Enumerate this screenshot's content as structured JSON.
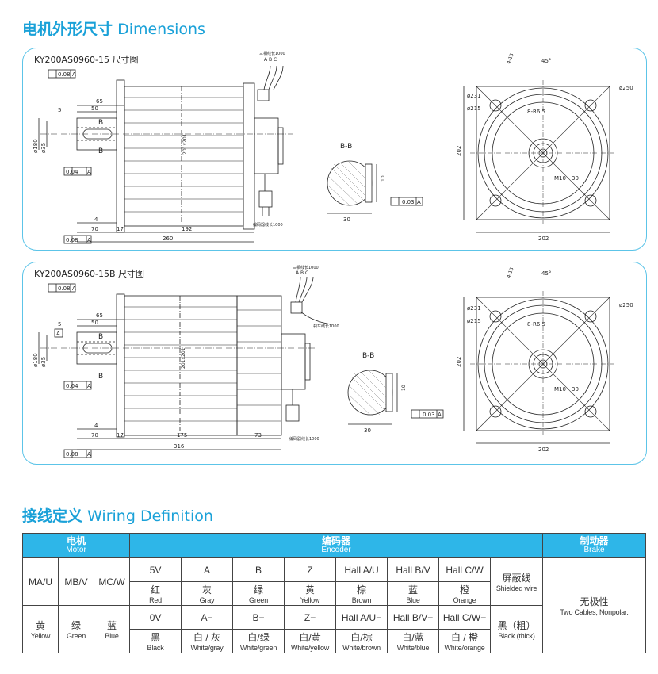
{
  "dimensions_title": {
    "zh": "电机外形尺寸",
    "en": "Dimensions"
  },
  "wiring_title": {
    "zh": "接线定义",
    "en": "Wiring Definition"
  },
  "panel1": {
    "title": "KY200AS0960-15 尺寸图",
    "dims": {
      "d65": "65",
      "d50": "50",
      "d5": "5",
      "d4": "4",
      "d70": "70",
      "d17": "17",
      "d192": "192",
      "d260": "260",
      "dia180": "ø180",
      "dia35": "ø35",
      "d201": "201x201",
      "tol1": "0.08",
      "tol2": "0.04",
      "tol3": "0.08",
      "tolA": "A",
      "section": "B-B",
      "key": "10",
      "keyw": "30",
      "keytol": "0.03",
      "deg45": "45°",
      "d413": "4-13",
      "d231": "ø231",
      "d215": "ø215",
      "d250": "ø250",
      "r65": "8-R6.5",
      "m10": "M10",
      "m10d": "30",
      "d202h": "202",
      "d202w": "202",
      "letterB": "B",
      "cableTop": "三相线长1000",
      "cableABC": "A  B  C",
      "cableBot": "编码器线长1000"
    }
  },
  "panel2": {
    "title": "KY200AS0960-15B 尺寸图",
    "dims": {
      "d65": "65",
      "d50": "50",
      "d5": "5",
      "d4": "4",
      "d70": "70",
      "d17": "17",
      "d175": "175",
      "d73": "73",
      "d316": "316",
      "dia180": "ø180",
      "dia35": "ø35",
      "d201": "201x201",
      "tol1": "0.08",
      "tol2": "0.04",
      "tol3": "0.08",
      "tolA": "A",
      "section": "B-B",
      "key": "10",
      "keyw": "30",
      "keytol": "0.03",
      "deg45": "45°",
      "d413": "4-13",
      "d231": "ø231",
      "d215": "ø215",
      "d250": "ø250",
      "r65": "8-R6.5",
      "m10": "M10",
      "m10d": "30",
      "d202h": "202",
      "d202w": "202",
      "letterB": "B",
      "cableTop": "三相线长1000",
      "cableABC": "A  B  C",
      "cableBrake": "刹车线长1000",
      "cableBot": "编码器线长1000"
    }
  },
  "wiring": {
    "headers": {
      "motor": {
        "zh": "电机",
        "en": "Motor"
      },
      "encoder": {
        "zh": "编码器",
        "en": "Encoder"
      },
      "brake": {
        "zh": "制动器",
        "en": "Brake"
      }
    },
    "motor_pins": [
      "MA/U",
      "MB/V",
      "MC/W"
    ],
    "motor_colors": [
      {
        "zh": "黄",
        "en": "Yellow"
      },
      {
        "zh": "绿",
        "en": "Green"
      },
      {
        "zh": "蓝",
        "en": "Blue"
      }
    ],
    "encoder_row1": [
      "5V",
      "A",
      "B",
      "Z",
      "Hall A/U",
      "Hall B/V",
      "Hall C/W"
    ],
    "encoder_row1_colors": [
      {
        "zh": "红",
        "en": "Red"
      },
      {
        "zh": "灰",
        "en": "Gray"
      },
      {
        "zh": "绿",
        "en": "Green"
      },
      {
        "zh": "黄",
        "en": "Yellow"
      },
      {
        "zh": "棕",
        "en": "Brown"
      },
      {
        "zh": "蓝",
        "en": "Blue"
      },
      {
        "zh": "橙",
        "en": "Orange"
      }
    ],
    "encoder_row2": [
      "0V",
      "A−",
      "B−",
      "Z−",
      "Hall A/U−",
      "Hall B/V−",
      "Hall C/W−"
    ],
    "encoder_row2_colors": [
      {
        "zh": "黑",
        "en": "Black"
      },
      {
        "zh": "白 / 灰",
        "en": "White/gray"
      },
      {
        "zh": "白/绿",
        "en": "White/green"
      },
      {
        "zh": "白/黄",
        "en": "White/yellow"
      },
      {
        "zh": "白/棕",
        "en": "White/brown"
      },
      {
        "zh": "白/蓝",
        "en": "White/blue"
      },
      {
        "zh": "白 / 橙",
        "en": "White/orange"
      }
    ],
    "shield": {
      "zh": "屏蔽线",
      "en": "Shielded wire"
    },
    "shield_color": {
      "zh": "黑（粗）",
      "en": "Black (thick)"
    },
    "brake": {
      "zh": "无极性",
      "en": "Two Cables, Nonpolar."
    }
  },
  "colors": {
    "accent": "#1aa1d8",
    "header_bg": "#2eb6e8",
    "panel_border": "#5cc4e8"
  }
}
